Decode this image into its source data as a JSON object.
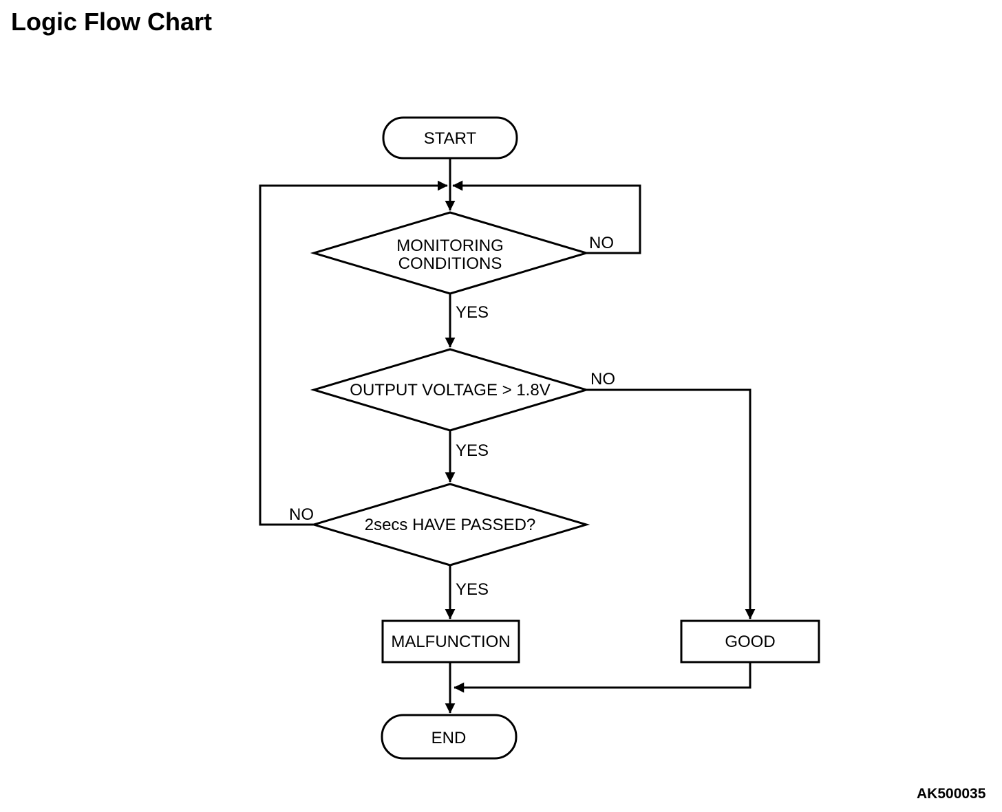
{
  "title": "Logic Flow Chart",
  "figure_code": "AK500035",
  "flowchart": {
    "nodes": {
      "start": {
        "type": "terminator",
        "label": "START"
      },
      "monitoring_conditions": {
        "type": "decision",
        "label_line1": "MONITORING",
        "label_line2": "CONDITIONS"
      },
      "output_voltage": {
        "type": "decision",
        "label": "OUTPUT VOLTAGE > 1.8V"
      },
      "two_secs_passed": {
        "type": "decision",
        "label": "2secs HAVE PASSED?"
      },
      "malfunction": {
        "type": "process",
        "label": "MALFUNCTION"
      },
      "good": {
        "type": "process",
        "label": "GOOD"
      },
      "end": {
        "type": "terminator",
        "label": "END"
      }
    },
    "branch_labels": {
      "monitoring_no": "NO",
      "monitoring_yes": "YES",
      "voltage_no": "NO",
      "voltage_yes": "YES",
      "passed_no": "NO",
      "passed_yes": "YES"
    },
    "edges": [
      {
        "from": "start",
        "to": "monitoring_conditions",
        "label": ""
      },
      {
        "from": "monitoring_conditions",
        "to": "loop_top",
        "label": "NO"
      },
      {
        "from": "monitoring_conditions",
        "to": "output_voltage",
        "label": "YES"
      },
      {
        "from": "output_voltage",
        "to": "good",
        "label": "NO"
      },
      {
        "from": "output_voltage",
        "to": "two_secs_passed",
        "label": "YES"
      },
      {
        "from": "two_secs_passed",
        "to": "loop_top",
        "label": "NO"
      },
      {
        "from": "two_secs_passed",
        "to": "malfunction",
        "label": "YES"
      },
      {
        "from": "malfunction",
        "to": "end",
        "label": ""
      },
      {
        "from": "good",
        "to": "end",
        "label": ""
      }
    ],
    "colors": {
      "stroke": "#000000",
      "fill": "#ffffff",
      "text": "#000000"
    }
  }
}
